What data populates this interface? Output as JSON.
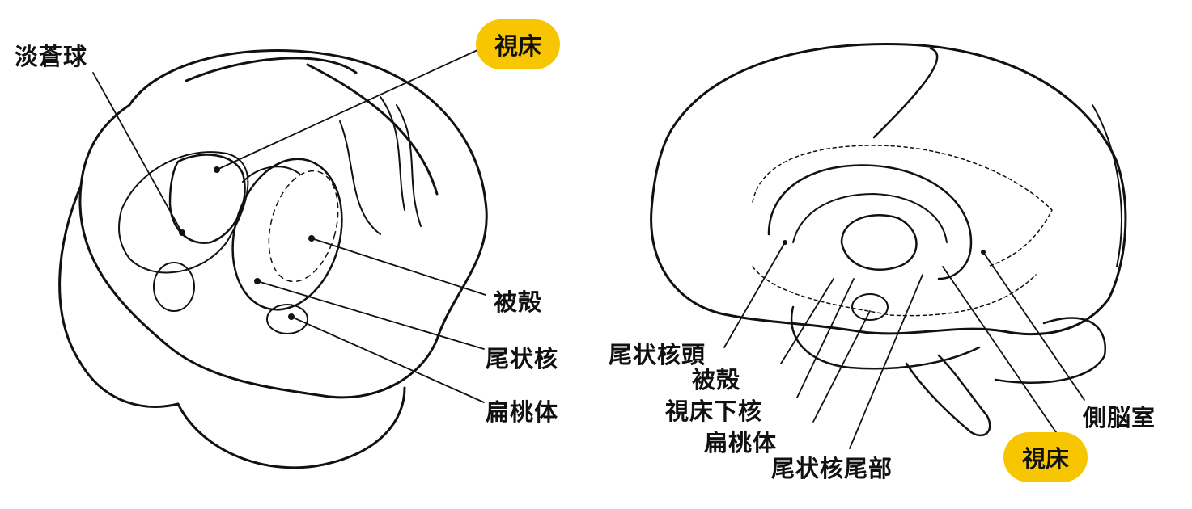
{
  "left_figure": {
    "labels": {
      "globus_pallidus": "淡蒼球",
      "thalamus": "視床",
      "putamen": "被殻",
      "caudate": "尾状核",
      "amygdala": "扁桃体"
    }
  },
  "right_figure": {
    "labels": {
      "caudate_head": "尾状核頭",
      "putamen": "被殻",
      "subthalamic_nucleus": "視床下核",
      "amygdala": "扁桃体",
      "caudate_tail": "尾状核尾部",
      "thalamus": "視床",
      "lateral_ventricle": "側脳室"
    }
  },
  "colors": {
    "highlight": "#f7c600",
    "ink": "#111111"
  }
}
